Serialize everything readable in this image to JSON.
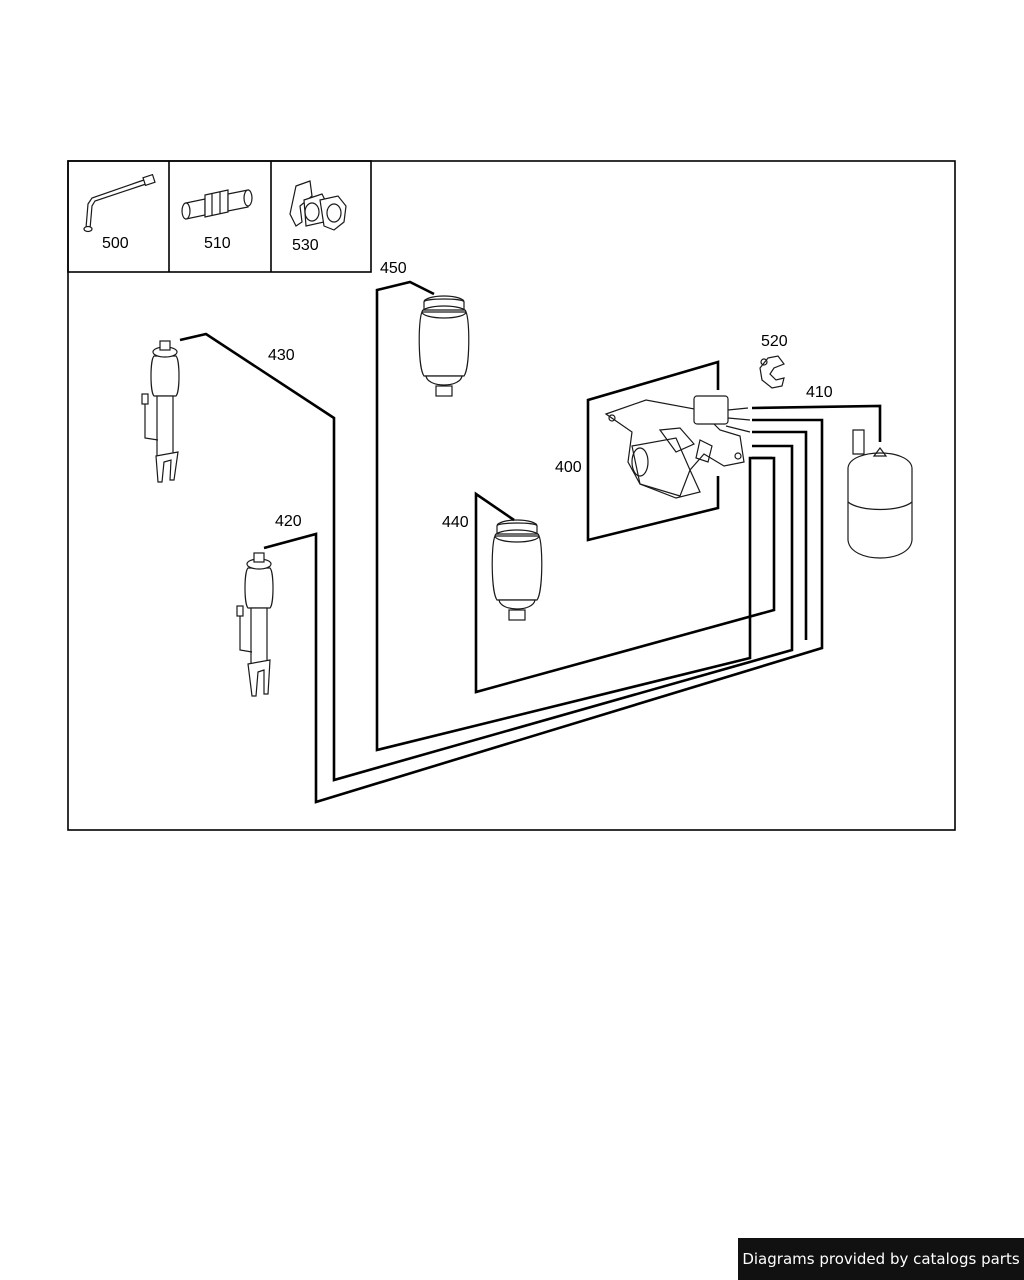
{
  "diagram": {
    "parts": {
      "p400": "400",
      "p410": "410",
      "p420": "420",
      "p430": "430",
      "p440": "440",
      "p450": "450",
      "p500": "500",
      "p510": "510",
      "p520": "520",
      "p530": "530"
    }
  },
  "footer": {
    "credit": "Diagrams provided by catalogs parts"
  },
  "colors": {
    "ink": "#000000",
    "background": "#ffffff",
    "footer_bg": "#111111",
    "footer_text": "#ffffff"
  }
}
